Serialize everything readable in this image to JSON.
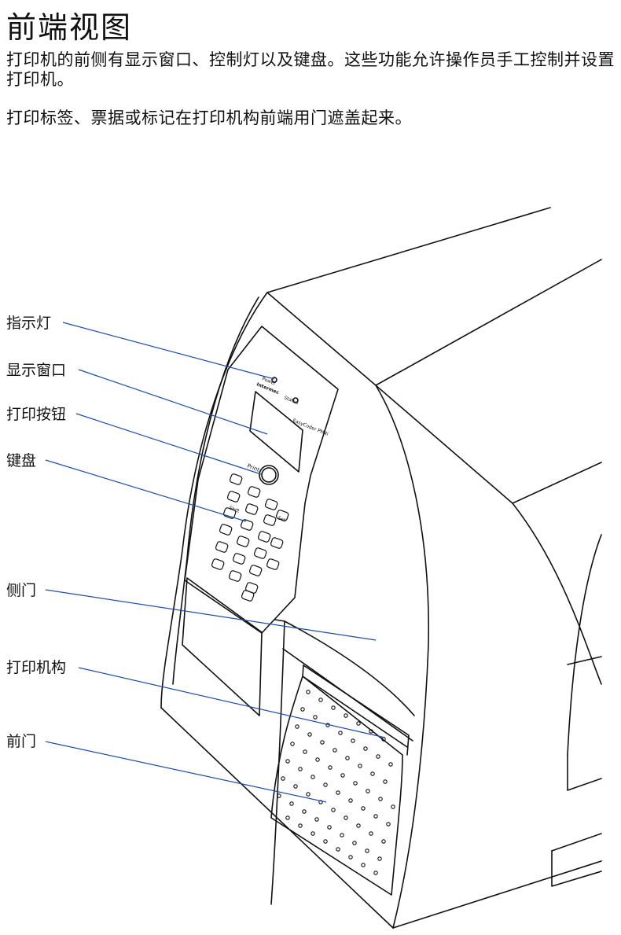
{
  "heading": "前端视图",
  "paragraphs": [
    "打印机的前侧有显示窗口、控制灯以及键盘。这些功能允许操作员手工控制并设置打印机。",
    "打印标签、票据或标记在打印机构前端用门遮盖起来。"
  ],
  "callouts": {
    "indicator_lights": "指示灯",
    "display_window": "显示窗口",
    "print_button": "打印按钮",
    "keyboard": "键盘",
    "side_door": "侧门",
    "print_mechanism": "打印机构",
    "front_door": "前门"
  },
  "panel_text": {
    "power": "Power",
    "brand": "Intermec",
    "status": "Status",
    "easycoder": "EasyCoder PM4i",
    "print": "Print",
    "shift": "Shift",
    "setup": "Set"
  }
}
